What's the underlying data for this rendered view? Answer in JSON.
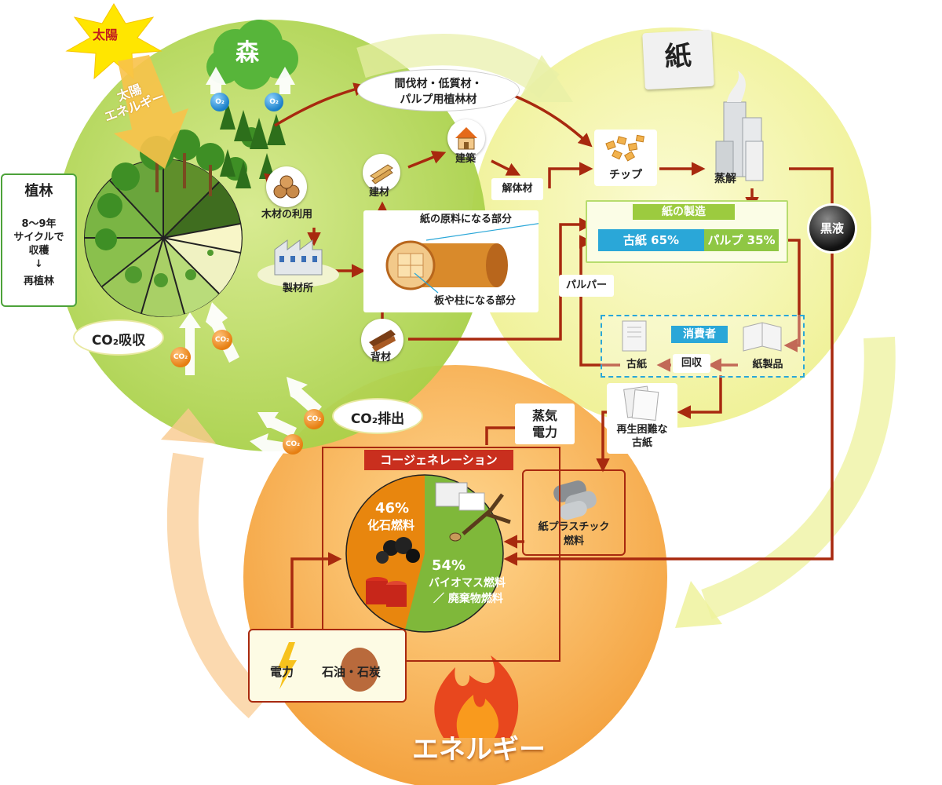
{
  "sun": {
    "label": "太陽"
  },
  "solar_energy": {
    "line1": "太陽",
    "line2": "エネルギー"
  },
  "forest": {
    "label": "森"
  },
  "o2": {
    "label": "O₂"
  },
  "paper": {
    "label": "紙"
  },
  "energy": {
    "label": "エネルギー"
  },
  "plantation": {
    "title": "植林",
    "line1": "8～9年",
    "line2": "サイクルで",
    "line3": "収穫",
    "arrow": "↓",
    "line4": "再植林"
  },
  "thinning": {
    "line1": "間伐材・低質材・",
    "line2": "パルプ用植林材"
  },
  "wood_use": {
    "label": "木材の利用"
  },
  "sawmill": {
    "label": "製材所"
  },
  "building_material": {
    "label": "建材"
  },
  "construction": {
    "label": "建築"
  },
  "demolition": {
    "label": "解体材"
  },
  "chips": {
    "label": "チップ"
  },
  "cooking": {
    "label": "蒸解"
  },
  "black_liquor": {
    "label": "黒液"
  },
  "log": {
    "top_label": "紙の原料になる部分",
    "bottom_label": "板や柱になる部分"
  },
  "slab": {
    "label": "背材"
  },
  "papermaking": {
    "title": "紙の製造",
    "recycled": "古紙 65%",
    "pulp": "パルプ 35%"
  },
  "pulper": {
    "label": "パルパー"
  },
  "consumer": {
    "title": "消費者",
    "old_paper": "古紙",
    "collection": "回収",
    "paper_products": "紙製品"
  },
  "hard_to_recycle": {
    "line1": "再生困難な",
    "line2": "古紙"
  },
  "steam_power": {
    "line1": "蒸気",
    "line2": "電力"
  },
  "co2_absorb": {
    "label": "CO₂吸収"
  },
  "co2_emit": {
    "label": "CO₂排出"
  },
  "co2_bubble": {
    "label": "CO₂"
  },
  "cogeneration": {
    "title": "コージェネレーション",
    "fossil_pct": "46%",
    "fossil_label": "化石燃料",
    "biomass_pct": "54%",
    "biomass_line1": "バイオマス燃料",
    "biomass_line2": "／ 廃棄物燃料"
  },
  "rpf": {
    "line1": "紙プラスチック",
    "line2": "燃料"
  },
  "inputs": {
    "electricity": "電力",
    "oil_coal": "石油・石炭"
  },
  "chart_data": {
    "type": "pie",
    "categories": [
      "化石燃料",
      "バイオマス燃料／廃棄物燃料"
    ],
    "values": [
      46,
      54
    ],
    "colors": [
      "#e8860e",
      "#7fb83a"
    ]
  },
  "colors": {
    "forest_green": "#bcd96a",
    "paper_yellow": "#f4f2a6",
    "energy_orange": "#f6a94a",
    "arrow_red": "#a8290f",
    "water_blue": "#2aa7d8"
  }
}
